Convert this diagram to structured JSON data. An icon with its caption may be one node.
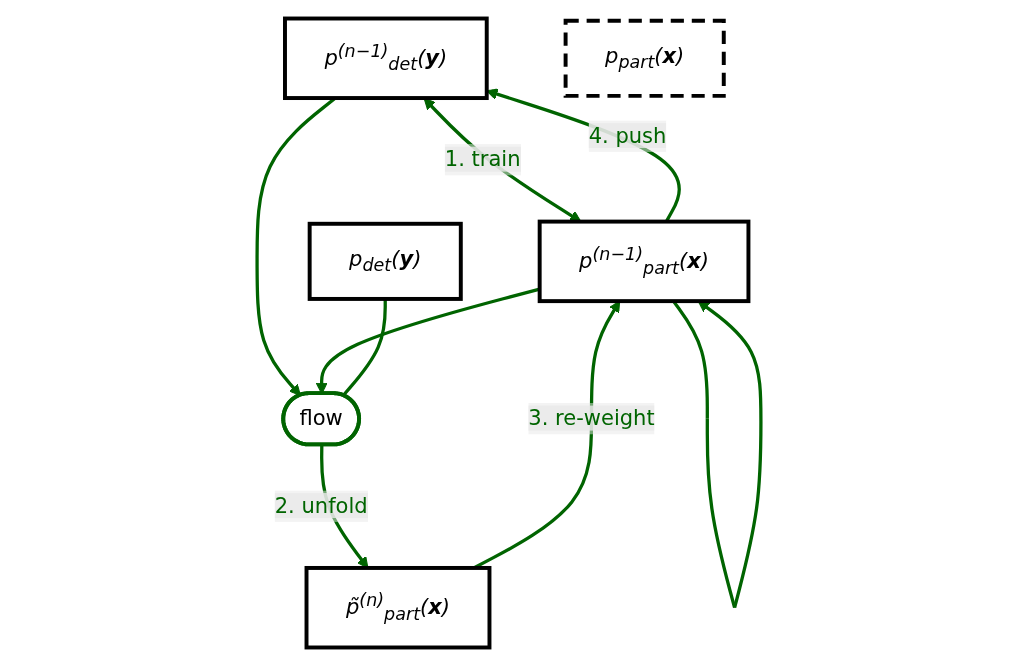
{
  "diagram": {
    "nodes": [
      {
        "text": [
          "p$^{(n−1)}$$_{det}$(**y**)"
        ]
      },
      {
        "text": [
          "p$_{det}$(**y**)"
        ]
      },
      {
        "text": [
          "flow"
        ]
      },
      {
        "text": [
          "p$^{(n−1)}$$_{part}$(**x**)"
        ]
      },
      {
        "text": [
          "p̃$^{(n)}$$_{part}$(**x**)"
        ]
      },
      {
        "text": [
          "p$_{part}$(**x**)"
        ]
      }
    ],
    "edges": [
      {
        "from": 3,
        "to": 0,
        "arrow": "to",
        "label": "4. push"
      },
      {
        "from": 0,
        "to": 3,
        "arrow": "both",
        "label": "1. train"
      },
      {
        "from": 0,
        "to": 2,
        "arrow": "to"
      },
      {
        "from": 3,
        "to": 2,
        "arrow": "to"
      },
      {
        "from": 1,
        "to": 2,
        "arrow": "none"
      },
      {
        "from": 2,
        "to": 4,
        "arrow": "to",
        "label": "2. unfold"
      },
      {
        "from": 4,
        "to": 3,
        "arrow": "to",
        "label": "3. re-weight"
      },
      {
        "from": 3,
        "to": 3,
        "arrow": "to"
      }
    ]
  }
}
